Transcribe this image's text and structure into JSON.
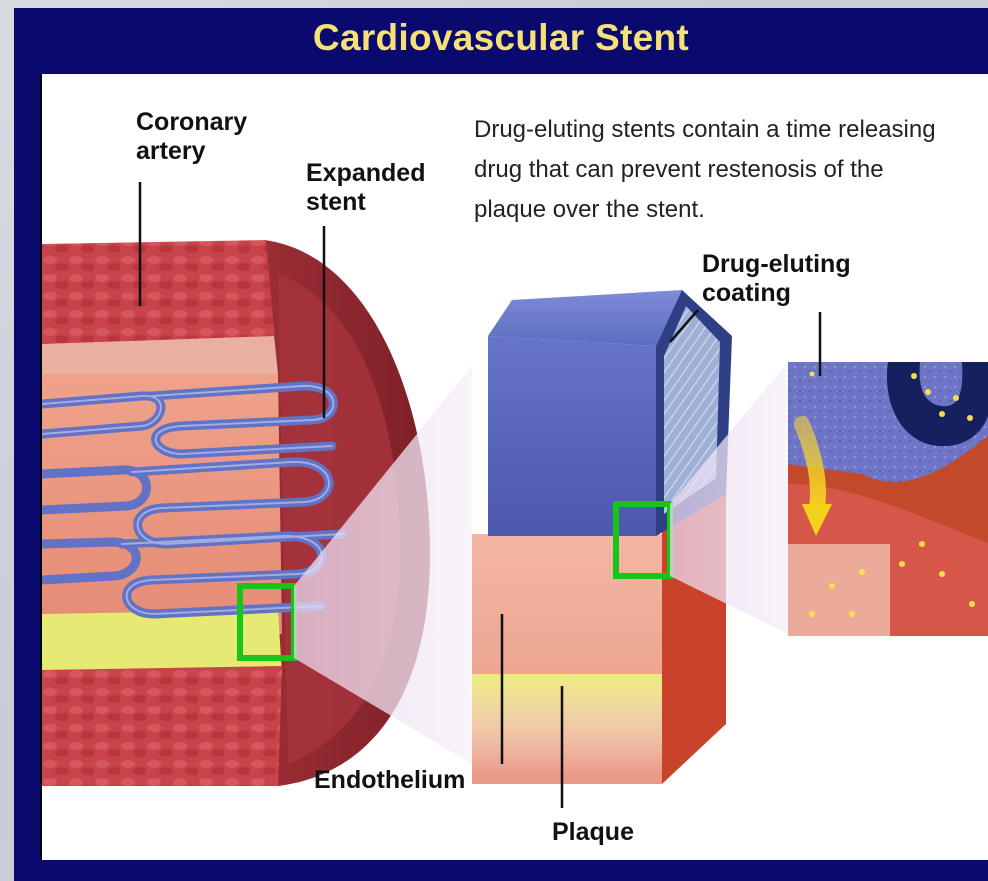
{
  "title": "Cardiovascular Stent",
  "description": "Drug-eluting stents contain a time releasing drug that can prevent restenosis of the plaque over the stent.",
  "labels": {
    "coronary_artery": "Coronary\nartery",
    "expanded_stent": "Expanded\nstent",
    "drug_eluting_coating": "Drug-eluting\ncoating",
    "endothelium": "Endothelium",
    "plaque": "Plaque"
  },
  "colors": {
    "frame": "#0a0a6e",
    "title": "#f6e07a",
    "highlight_box": "#18c418",
    "artery": "#c9464b",
    "stent": "#5f6fc0",
    "plaque": "#e7e870"
  }
}
